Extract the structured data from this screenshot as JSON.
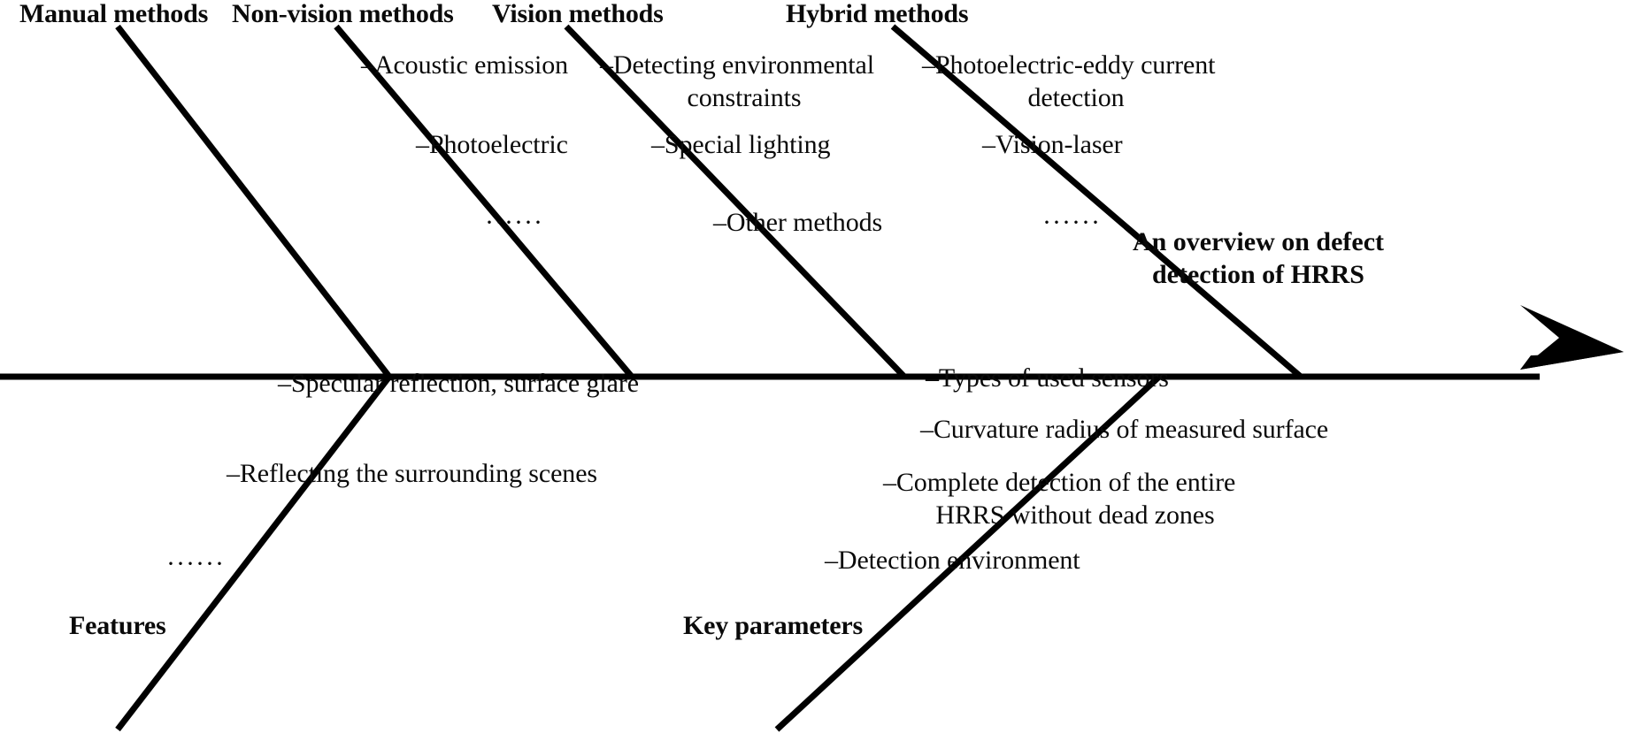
{
  "diagram": {
    "type": "fishbone-ishikawa",
    "head_title": "An overview on defect\ndetection of HRRS",
    "head_title_line1": "An overview on defect",
    "head_title_line2": "detection of HRRS",
    "ellipsis": "······",
    "line_color": "#000000",
    "text_color": "#000000",
    "background": "#ffffff",
    "branches": [
      {
        "id": "manual-methods",
        "label": "Manual methods",
        "side": "top",
        "items": []
      },
      {
        "id": "non-vision-methods",
        "label": "Non-vision methods",
        "side": "top",
        "items": [
          "–Acoustic emission",
          "–Photoelectric",
          "······"
        ]
      },
      {
        "id": "vision-methods",
        "label": "Vision methods",
        "side": "top",
        "items": [
          "–Detecting environmental constraints",
          "–Special lighting",
          "–Other methods"
        ]
      },
      {
        "id": "hybrid-methods",
        "label": "Hybrid methods",
        "side": "top",
        "items": [
          "–Photoelectric-eddy current detection",
          "–Vision-laser",
          "······"
        ]
      },
      {
        "id": "features",
        "label": "Features",
        "side": "bottom",
        "items": [
          "–Specular reflection, surface glare",
          "–Reflecting the surrounding scenes",
          "······"
        ]
      },
      {
        "id": "key-parameters",
        "label": "Key parameters",
        "side": "bottom",
        "items": [
          "–Types of used sensors",
          "–Curvature radius of measured surface",
          "–Complete detection of the entire HRRS without dead zones",
          "–Detection  environment"
        ]
      }
    ]
  },
  "labels": {
    "manual_methods": "Manual methods",
    "non_vision_methods": "Non-vision methods",
    "vision_methods": "Vision methods",
    "hybrid_methods": "Hybrid methods",
    "features": "Features",
    "key_parameters": "Key parameters",
    "head_line1": "An overview on defect",
    "head_line2": "detection of HRRS"
  },
  "items": {
    "acoustic_emission": "–Acoustic emission",
    "photoelectric": "–Photoelectric",
    "nonvision_dots": "······",
    "detecting_env_line1": "–Detecting environmental",
    "detecting_env_line2": "constraints",
    "special_lighting": "–Special lighting",
    "other_methods": "–Other methods",
    "photoelectric_eddy_line1": "–Photoelectric-eddy current",
    "photoelectric_eddy_line2": "detection",
    "vision_laser": "–Vision-laser",
    "hybrid_dots": "······",
    "specular_reflection": "–Specular reflection, surface glare",
    "reflecting_scenes": "–Reflecting the surrounding scenes",
    "features_dots": "······",
    "types_of_sensors": "–Types of used sensors",
    "curvature_radius": "–Curvature radius of measured surface",
    "complete_detection_line1": "–Complete detection of the entire",
    "complete_detection_line2": "HRRS without dead zones",
    "detection_environment": "–Detection  environment"
  }
}
